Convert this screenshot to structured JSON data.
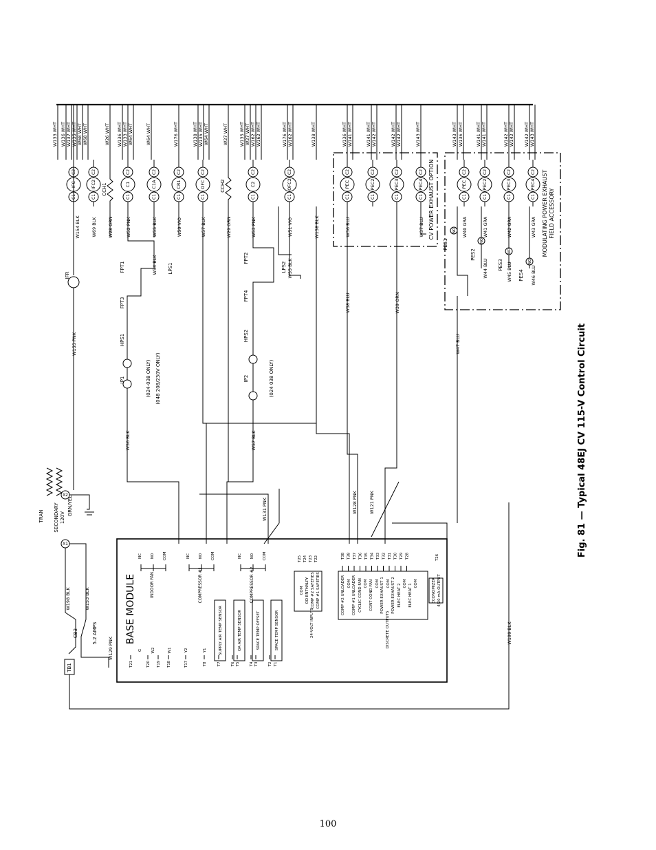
{
  "figure": {
    "caption": "Fig. 81 — Typical 48EJ CV 115-V Control Circuit",
    "page_number": "100"
  },
  "top_bus_wires": [
    "W133 WHT",
    "W136 WHT",
    "W137 WHT",
    "W135 WHT",
    "W68 WHT",
    "W68 WHT",
    "W26 WHT",
    "W136 WHT",
    "W133 WHT",
    "W64 WHT",
    "W64 WHT",
    "W176 WHT",
    "W138 WHT",
    "W135 WHT",
    "W64 WHT",
    "W27 WHT",
    "W135 WHT",
    "W27 WHT",
    "W162 WHT",
    "W162 WHT",
    "W176 WHT",
    "W162 WHT",
    "W138 WHT",
    "W136 WHT",
    "W141 WHT",
    "W141 WHT",
    "W142 WHT",
    "W142 WHT",
    "W142 WHT",
    "W143 WHT",
    "W143 WHT",
    "W136 WHT",
    "W141 WHT",
    "W141 WHT",
    "W142 WHT",
    "W142 WHT",
    "W142 WHT",
    "W143 WHT"
  ],
  "coils": [
    {
      "name": "IFC",
      "c1": "C1",
      "c2": "C2"
    },
    {
      "name": "IFC2",
      "c1": "C1",
      "c2": "C2"
    },
    {
      "name": "C1",
      "c1": "C1",
      "c2": "C2"
    },
    {
      "name": "C1A",
      "c1": "C1",
      "c2": "C2"
    },
    {
      "name": "CR1",
      "c1": "C1",
      "c2": "C2"
    },
    {
      "name": "OFC",
      "c1": "C1",
      "c2": "C2"
    },
    {
      "name": "C2",
      "c1": "C1",
      "c2": "C2"
    },
    {
      "name": "CH2",
      "c1": "C1",
      "c2": "C2"
    },
    {
      "name": "OFC2",
      "c1": "C1",
      "c2": "C2"
    },
    {
      "name": "PEC",
      "c1": "C1",
      "c2": "C2"
    },
    {
      "name": "PEC2",
      "c1": "C1",
      "c2": "C2"
    },
    {
      "name": "PEC3",
      "c1": "C1",
      "c2": "C2"
    },
    {
      "name": "PEC4",
      "c1": "C1",
      "c2": "C2"
    },
    {
      "name": "PEC",
      "c1": "C1",
      "c2": "C2"
    },
    {
      "name": "PEC2",
      "c1": "C1",
      "c2": "C2"
    },
    {
      "name": "PEC3",
      "c1": "C1",
      "c2": "C2"
    },
    {
      "name": "PEC4",
      "c1": "C1",
      "c2": "C2"
    }
  ],
  "crankcase_heaters": [
    "CCH1",
    "CCH2"
  ],
  "branch_wires": [
    "W154 BLK",
    "W69 BLK",
    "W28 ORN",
    "W52 PNK",
    "W55 BLK",
    "W50 VIO",
    "W57 BLK",
    "W29 ORN",
    "W53 PNK",
    "W51 VIO",
    "W158 BLK",
    "W36 BLU",
    "W37 BLU",
    "W54 BLK",
    "W55 BLK",
    "W155 PNK",
    "W56 BLK",
    "W57 BLK",
    "W38 BLU",
    "W39 ORN",
    "W47 BLU",
    "W40 GRA",
    "W41 GRA",
    "W42 GRA",
    "W43 GRA",
    "W44 BLU",
    "W45 BLU",
    "W46 BLU",
    "W128 PNK",
    "W121 PNK",
    "W131 PNK",
    "W198 BLK",
    "W153 BLK",
    "W129 PNK",
    "W199 BLK"
  ],
  "switches": [
    "IFR",
    "FPT1",
    "FPT2",
    "FPT3",
    "FPT4",
    "HPS1",
    "HPS2",
    "LPS1",
    "LPS2",
    "IP1",
    "IP2"
  ],
  "notes": [
    "(048 208/230V ONLY)",
    "(024-038 ONLY)",
    "(024 038 ONLY)"
  ],
  "power_exhaust": {
    "cv_option": "CV POWER EXHAUST OPTION",
    "modulating": [
      "MODULATING POWER EXHAUST",
      "FIELD ACCESSORY"
    ],
    "switches": [
      {
        "name": "PES1",
        "contact": "NO"
      },
      {
        "name": "PES2",
        "contact": "NO"
      },
      {
        "name": "PES3",
        "contact": "NO"
      },
      {
        "name": "PES4",
        "contact": "NO"
      }
    ]
  },
  "transformer": {
    "name": "TRAN",
    "secondary": "SECONDARY",
    "voltage": "120V",
    "ground": "GRN/YEL",
    "terminals": [
      "X1",
      "X2"
    ],
    "breaker": "CB3",
    "breaker_rating": "5.2 AMPS",
    "terminal_block": "TB1"
  },
  "base_module": {
    "title": "BASE MODULE",
    "relays": [
      {
        "label": "INDOOR FAN",
        "contacts": [
          "NC",
          "NO",
          "COM"
        ]
      },
      {
        "label": "COMPRESSOR #1",
        "contacts": [
          "NC",
          "NO",
          "COM"
        ]
      },
      {
        "label": "COMPRESSOR #2",
        "contacts": [
          "NC",
          "NO",
          "COM"
        ]
      }
    ],
    "sensors": [
      "SUPPLY AIR TEMP SENSOR",
      "OA AIR TEMP SENSOR",
      "SPACE TEMP OFFSET",
      "SPACE TEMP SENSOR"
    ],
    "left_terminals": [
      "T21",
      "T20",
      "T19",
      "T18",
      "T17",
      "T8",
      "T7",
      "T6",
      "T5",
      "T4",
      "T3",
      "T2",
      "T1"
    ],
    "left_terminal_labels": [
      "G",
      "W2",
      "W1",
      "Y2",
      "Y1"
    ],
    "inputs_title": "24-VOLT INPUTS",
    "inputs": [
      "OD ENTHALPY",
      "COMP #2 SAFETIES",
      "COMP #1 SAFETIES"
    ],
    "input_com": "COM",
    "input_terminals": [
      "T25",
      "T24",
      "T23",
      "T22"
    ],
    "outputs_title": "DISCRETE OUTPUTS",
    "outputs": [
      "COMP #2 UNLOADER",
      "COMP #1 UNLOADER",
      "CYCLIC COND FAN",
      "CONT COND FAN",
      "POWER EXHAUST 1",
      "POWER EXHAUST 2",
      "ELEC HEAT 2",
      "ELEC HEAT 1"
    ],
    "output_com": "COM",
    "output_terminals": [
      "T38",
      "T38",
      "T37",
      "T36",
      "T35",
      "T34",
      "T33",
      "T32",
      "T31",
      "T30",
      "T29",
      "T28"
    ],
    "economizer": [
      "ECONOMIZER",
      "4/20 mA OUTPUT"
    ],
    "economizer_terminal": "T26"
  }
}
